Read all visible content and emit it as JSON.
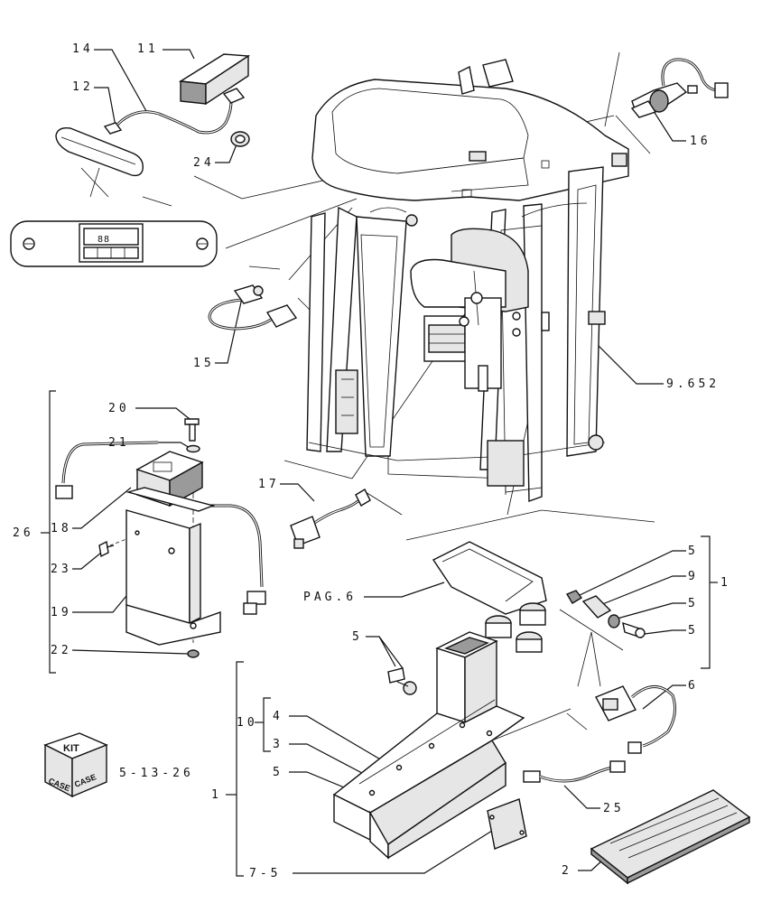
{
  "callouts": {
    "c14": "14",
    "c11": "11",
    "c12": "12",
    "c24": "24",
    "c16": "16",
    "c15": "15",
    "c9652": "9.652",
    "c20": "20",
    "c21": "21",
    "c26": "26",
    "c18": "18",
    "c23": "23",
    "c19": "19",
    "c22": "22",
    "c17": "17",
    "cpag6": "PAG.6",
    "c5a": "5",
    "c9": "9",
    "c5b": "5",
    "c5c": "5",
    "c1a": "1",
    "c6": "6",
    "c5d": "5",
    "c10": "10",
    "c4": "4",
    "c3": "3",
    "c5e": "5",
    "c1b": "1",
    "c25": "25",
    "c75": "7-5",
    "c2": "2",
    "c51326": "5-13-26"
  },
  "kit": {
    "top": "KIT",
    "left": "CASE",
    "right": "CASE"
  },
  "panel_display": {
    "display_text": "88"
  }
}
